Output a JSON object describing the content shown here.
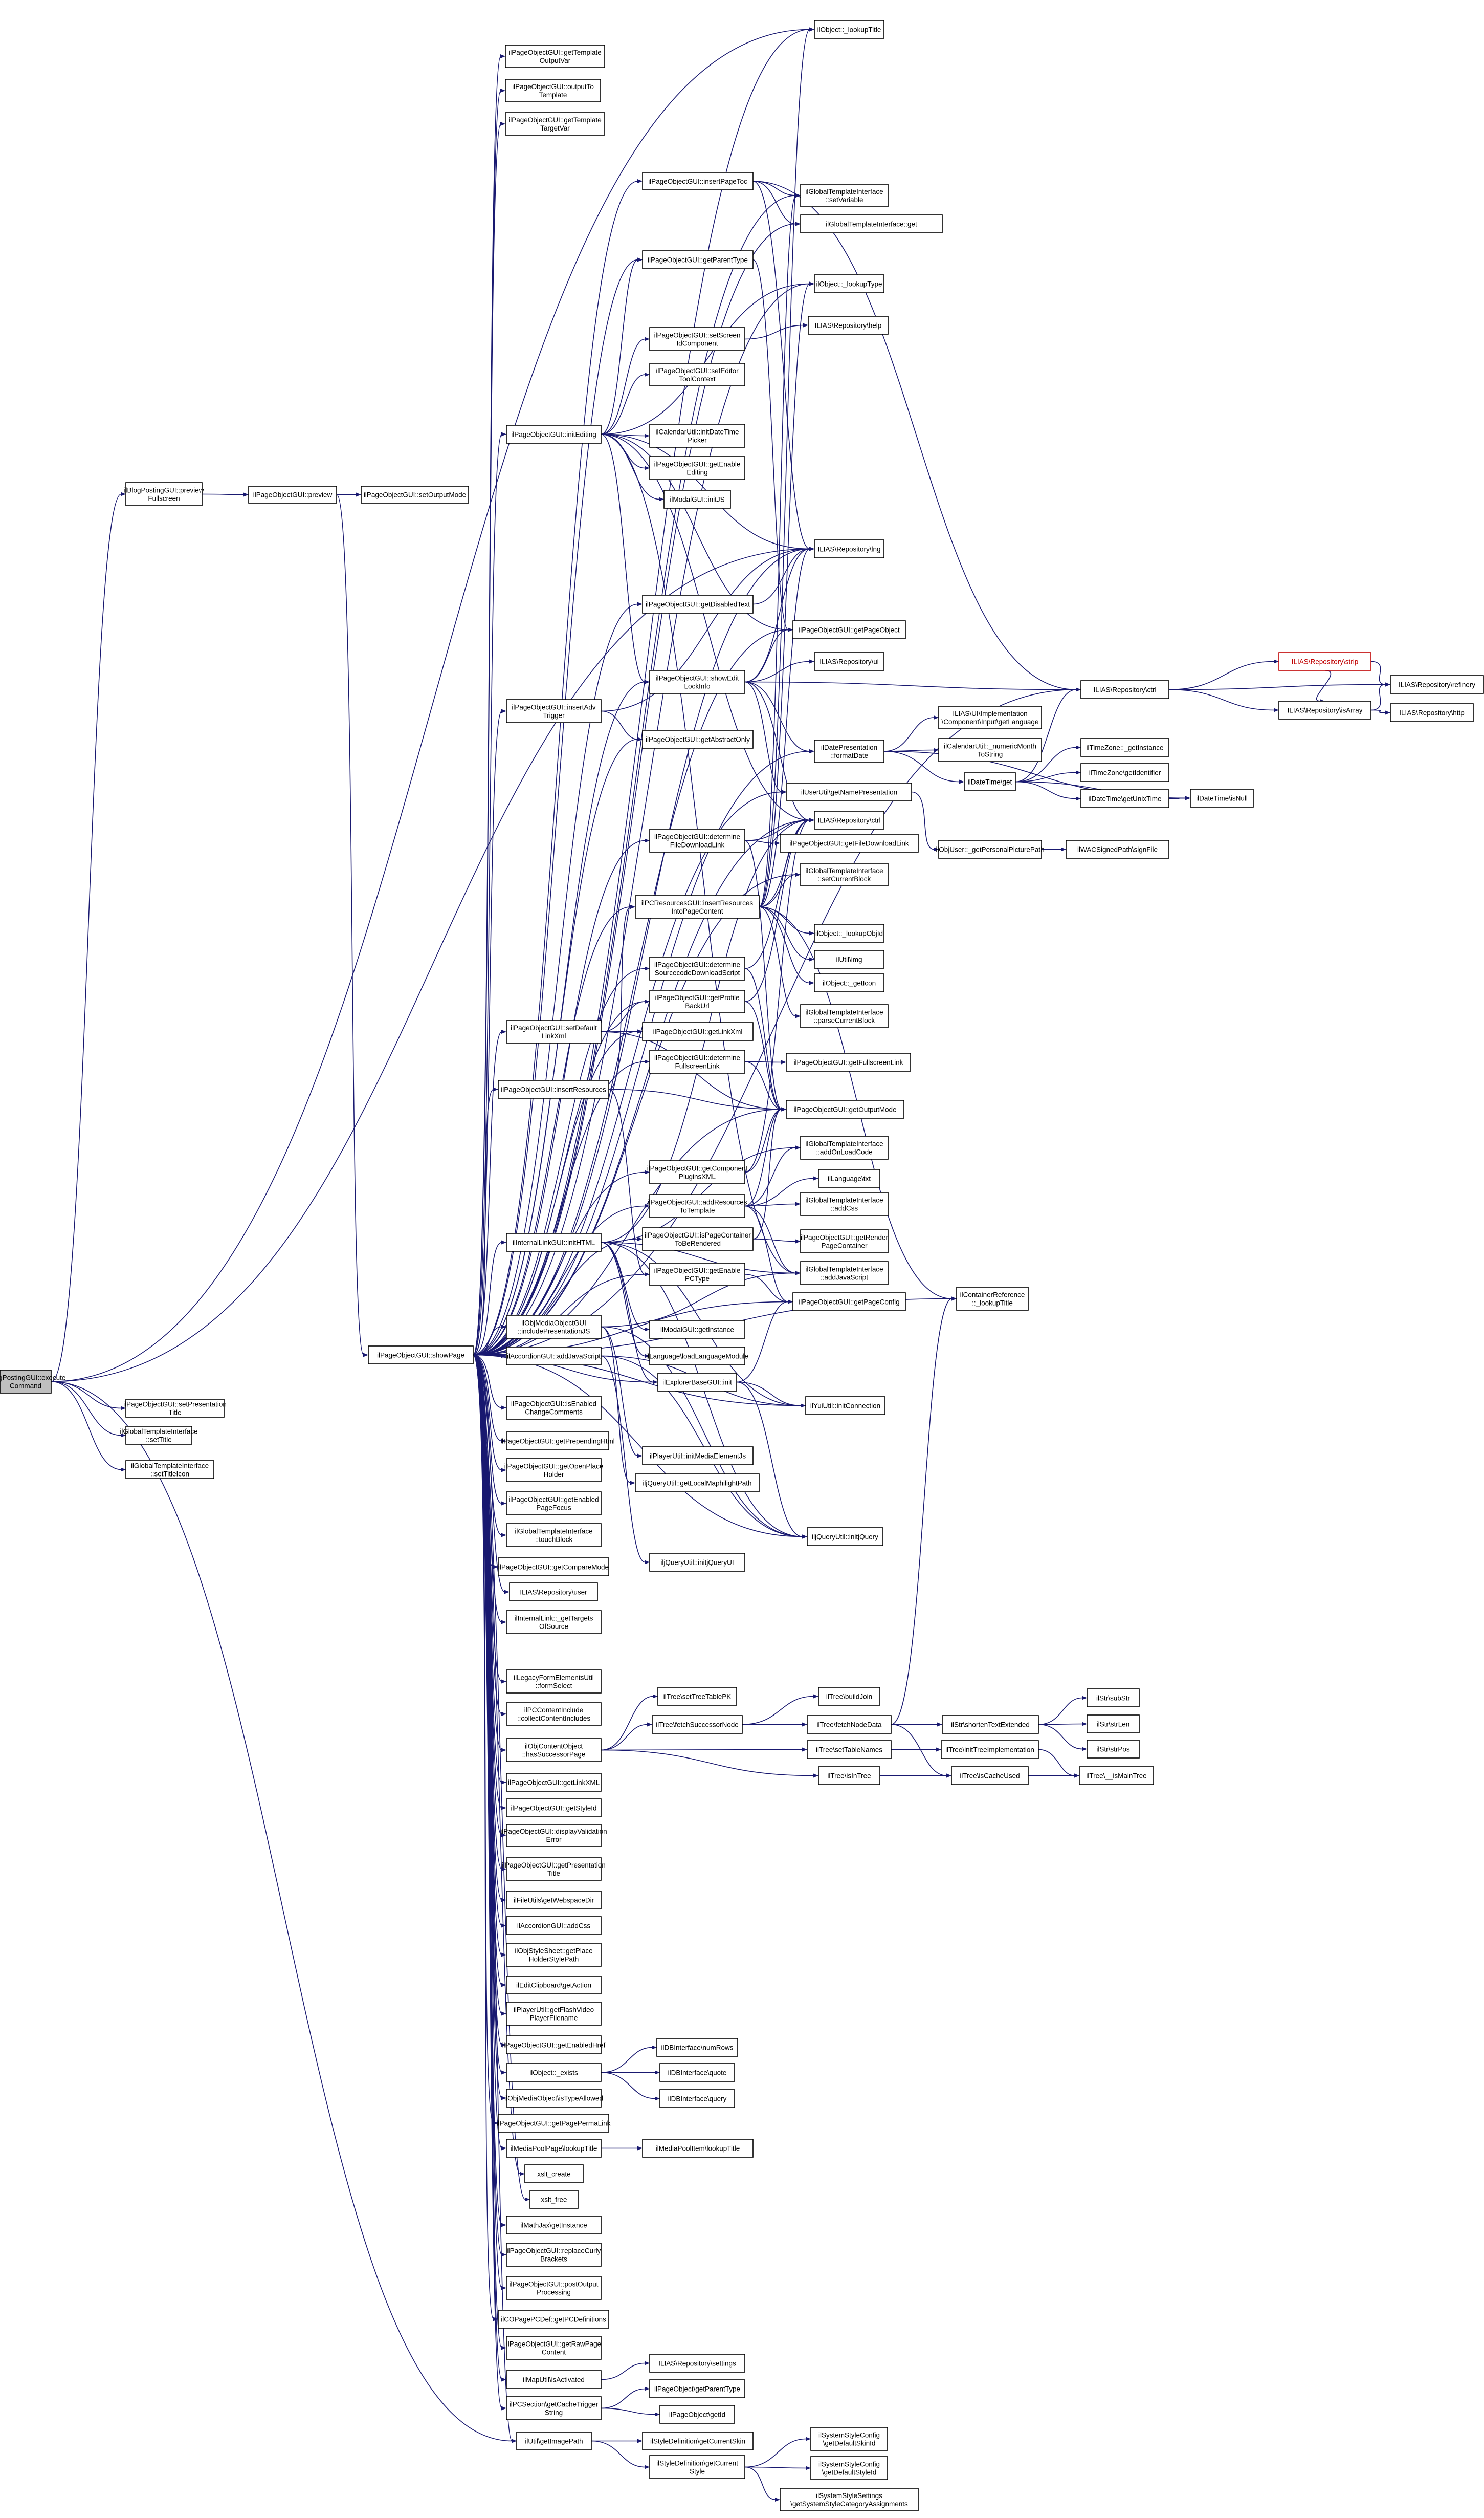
{
  "title": "ilBlogPostingGUI::executeCommand call graph",
  "colors": {
    "edge": "#191970",
    "node_border": "#000000",
    "root_fill": "#bfbfbf",
    "missing_text": "#bf0000"
  },
  "nodes": [
    {
      "id": "root",
      "lines": [
        "ilBlogPostingGUI::execute",
        "Command"
      ],
      "root": true
    },
    {
      "id": "preview_fs",
      "lines": [
        "ilBlogPostingGUI::preview",
        "Fullscreen"
      ]
    },
    {
      "id": "setPresTitle",
      "lines": [
        "ilPageObjectGUI::setPresentation",
        "Title"
      ]
    },
    {
      "id": "gti_setTitle",
      "lines": [
        "ilGlobalTemplateInterface",
        "::setTitle"
      ]
    },
    {
      "id": "gti_setTitleIcon",
      "lines": [
        "ilGlobalTemplateInterface",
        "::setTitleIcon"
      ]
    },
    {
      "id": "preview",
      "lines": [
        "ilPageObjectGUI::preview"
      ]
    },
    {
      "id": "setOutputMode",
      "lines": [
        "ilPageObjectGUI::setOutputMode"
      ]
    },
    {
      "id": "showPage",
      "lines": [
        "ilPageObjectGUI::showPage"
      ]
    },
    {
      "id": "lookupTitle",
      "lines": [
        "ilObject::_lookupTitle"
      ]
    },
    {
      "id": "getTplOutVar",
      "lines": [
        "ilPageObjectGUI::getTemplate",
        "OutputVar"
      ]
    },
    {
      "id": "outputToTpl",
      "lines": [
        "ilPageObjectGUI::outputTo",
        "Template"
      ]
    },
    {
      "id": "getTplTargetVar",
      "lines": [
        "ilPageObjectGUI::getTemplate",
        "TargetVar"
      ]
    },
    {
      "id": "insertPageToc",
      "lines": [
        "ilPageObjectGUI::insertPageToc"
      ]
    },
    {
      "id": "gti_setVariable",
      "lines": [
        "ilGlobalTemplateInterface",
        "::setVariable"
      ]
    },
    {
      "id": "gti_get",
      "lines": [
        "ilGlobalTemplateInterface::get"
      ]
    },
    {
      "id": "getParentType",
      "lines": [
        "ilPageObjectGUI::getParentType"
      ]
    },
    {
      "id": "lookupType",
      "lines": [
        "ilObject::_lookupType"
      ]
    },
    {
      "id": "setScreenId",
      "lines": [
        "ilPageObjectGUI::setScreen",
        "IdComponent"
      ]
    },
    {
      "id": "repo_help",
      "lines": [
        "ILIAS\\Repository\\help"
      ]
    },
    {
      "id": "setEditorToolCtx",
      "lines": [
        "ilPageObjectGUI::setEditor",
        "ToolContext"
      ]
    },
    {
      "id": "initEditing",
      "lines": [
        "ilPageObjectGUI::initEditing"
      ]
    },
    {
      "id": "calInitDatePicker",
      "lines": [
        "ilCalendarUtil::initDateTime",
        "Picker"
      ]
    },
    {
      "id": "getEnableEditing",
      "lines": [
        "ilPageObjectGUI::getEnable",
        "Editing"
      ]
    },
    {
      "id": "modalInitJS",
      "lines": [
        "ilModalGUI::initJS"
      ]
    },
    {
      "id": "repo_lng",
      "lines": [
        "ILIAS\\Repository\\lng"
      ]
    },
    {
      "id": "getDisabledText",
      "lines": [
        "ilPageObjectGUI::getDisabledText"
      ]
    },
    {
      "id": "getPageObject",
      "lines": [
        "ilPageObjectGUI::getPageObject"
      ]
    },
    {
      "id": "showEditLockInfo",
      "lines": [
        "ilPageObjectGUI::showEdit",
        "LockInfo"
      ]
    },
    {
      "id": "repo_ui",
      "lines": [
        "ILIAS\\Repository\\ui"
      ]
    },
    {
      "id": "repo_ctrl",
      "lines": [
        "ILIAS\\Repository\\ctrl"
      ]
    },
    {
      "id": "repo_ctrl_k",
      "lines": [
        "ILIAS\\Repository\\ctrl"
      ]
    },
    {
      "id": "repo_refinery",
      "lines": [
        "ILIAS\\Repository\\refinery"
      ]
    },
    {
      "id": "repo_strip",
      "lines": [
        "ILIAS\\Repository\\strip"
      ],
      "missing": true
    },
    {
      "id": "repo_isArray",
      "lines": [
        "ILIAS\\Repository\\isArray"
      ]
    },
    {
      "id": "repo_http",
      "lines": [
        "ILIAS\\Repository\\http"
      ]
    },
    {
      "id": "insertAdvTrigger",
      "lines": [
        "ilPageObjectGUI::insertAdv",
        "Trigger"
      ]
    },
    {
      "id": "getAbstractOnly",
      "lines": [
        "ilPageObjectGUI::getAbstractOnly"
      ]
    },
    {
      "id": "formatDate",
      "lines": [
        "ilDatePresentation",
        "::formatDate"
      ]
    },
    {
      "id": "uiGetLanguage",
      "lines": [
        "ILIAS\\UI\\Implementation",
        "\\Component\\Input\\getLanguage"
      ]
    },
    {
      "id": "numericMonth",
      "lines": [
        "ilCalendarUtil::_numericMonth",
        "ToString"
      ]
    },
    {
      "id": "timezoneGetInstance",
      "lines": [
        "ilTimeZone::_getInstance"
      ]
    },
    {
      "id": "timezoneGetIdent",
      "lines": [
        "ilTimeZone\\getIdentifier"
      ]
    },
    {
      "id": "dateTimeGet",
      "lines": [
        "ilDateTime\\get"
      ]
    },
    {
      "id": "dateTimeGetUnix",
      "lines": [
        "ilDateTime\\getUnixTime"
      ]
    },
    {
      "id": "dateTimeIsNull",
      "lines": [
        "ilDateTime\\isNull"
      ]
    },
    {
      "id": "getNamePres",
      "lines": [
        "ilUserUtil\\getNamePresentation"
      ]
    },
    {
      "id": "getPersPicPath",
      "lines": [
        "ilObjUser::_getPersonalPicturePath"
      ]
    },
    {
      "id": "wacSigned",
      "lines": [
        "ilWACSignedPath\\signFile"
      ]
    },
    {
      "id": "determineFileDl",
      "lines": [
        "ilPageObjectGUI::determine",
        "FileDownloadLink"
      ]
    },
    {
      "id": "getFileDlLink",
      "lines": [
        "ilPageObjectGUI::getFileDownloadLink"
      ]
    },
    {
      "id": "gti_setCurrentBlock",
      "lines": [
        "ilGlobalTemplateInterface",
        "::setCurrentBlock"
      ]
    },
    {
      "id": "insertResIntoPage",
      "lines": [
        "ilPCResourcesGUI::insertResources",
        "IntoPageContent"
      ]
    },
    {
      "id": "lookupObjId",
      "lines": [
        "ilObject::_lookupObjId"
      ]
    },
    {
      "id": "ilUtilImg",
      "lines": [
        "ilUtil\\img"
      ]
    },
    {
      "id": "getIcon",
      "lines": [
        "ilObject::_getIcon"
      ]
    },
    {
      "id": "determineSrcCode",
      "lines": [
        "ilPageObjectGUI::determine",
        "SourcecodeDownloadScript"
      ]
    },
    {
      "id": "gti_parseCurrentBlock",
      "lines": [
        "ilGlobalTemplateInterface",
        "::parseCurrentBlock"
      ]
    },
    {
      "id": "getProfileBack",
      "lines": [
        "ilPageObjectGUI::getProfile",
        "BackUrl"
      ]
    },
    {
      "id": "setDefaultLinkXml",
      "lines": [
        "ilPageObjectGUI::setDefault",
        "LinkXml"
      ]
    },
    {
      "id": "getLinkXml",
      "lines": [
        "ilPageObjectGUI::getLinkXml"
      ]
    },
    {
      "id": "determineFsLink",
      "lines": [
        "ilPageObjectGUI::determine",
        "FullscreenLink"
      ]
    },
    {
      "id": "getFsLink",
      "lines": [
        "ilPageObjectGUI::getFullscreenLink"
      ]
    },
    {
      "id": "insertResources",
      "lines": [
        "ilPageObjectGUI::insertResources"
      ]
    },
    {
      "id": "getOutputMode",
      "lines": [
        "ilPageObjectGUI::getOutputMode"
      ]
    },
    {
      "id": "getCompPluginsXml",
      "lines": [
        "ilPageObjectGUI::getComponent",
        "PluginsXML"
      ]
    },
    {
      "id": "gti_addOnLoadCode",
      "lines": [
        "ilGlobalTemplateInterface",
        "::addOnLoadCode"
      ]
    },
    {
      "id": "languageTxt",
      "lines": [
        "ilLanguage\\txt"
      ]
    },
    {
      "id": "addResToTpl",
      "lines": [
        "ilPageObjectGUI::addResources",
        "ToTemplate"
      ]
    },
    {
      "id": "gti_addCss",
      "lines": [
        "ilGlobalTemplateInterface",
        "::addCss"
      ]
    },
    {
      "id": "getRenderPC",
      "lines": [
        "ilPageObjectGUI::getRender",
        "PageContainer"
      ]
    },
    {
      "id": "internalLinkInitHTML",
      "lines": [
        "ilInternalLinkGUI::initHTML"
      ]
    },
    {
      "id": "isPageContainerRendered",
      "lines": [
        "ilPageObjectGUI::isPageContainer",
        "ToBeRendered"
      ]
    },
    {
      "id": "gti_addJavaScript",
      "lines": [
        "ilGlobalTemplateInterface",
        "::addJavaScript"
      ]
    },
    {
      "id": "getEnablePCType",
      "lines": [
        "ilPageObjectGUI::getEnable",
        "PCType"
      ]
    },
    {
      "id": "getPageConfig",
      "lines": [
        "ilPageObjectGUI::getPageConfig"
      ]
    },
    {
      "id": "containerRefLookup",
      "lines": [
        "ilContainerReference",
        "::_lookupTitle"
      ]
    },
    {
      "id": "mediaIncludePresJS",
      "lines": [
        "ilObjMediaObjectGUI",
        "::includePresentationJS"
      ]
    },
    {
      "id": "modalGetInstance",
      "lines": [
        "ilModalGUI::getInstance"
      ]
    },
    {
      "id": "accordionAddJs",
      "lines": [
        "ilAccordionGUI::addJavaScript"
      ]
    },
    {
      "id": "languageLoadModule",
      "lines": [
        "ilLanguage\\loadLanguageModule"
      ]
    },
    {
      "id": "explorerInit",
      "lines": [
        "ilExplorerBaseGUI::init"
      ]
    },
    {
      "id": "yuiInitConnection",
      "lines": [
        "ilYuiUtil::initConnection"
      ]
    },
    {
      "id": "getPcIsEnabledChange",
      "lines": [
        "ilPageObjectGUI::isEnabled",
        "ChangeComments"
      ]
    },
    {
      "id": "getPrependingHtml",
      "lines": [
        "ilPageObjectGUI::getPrependingHtml"
      ]
    },
    {
      "id": "playerInitMedia",
      "lines": [
        "ilPlayerUtil::initMediaElementJs"
      ]
    },
    {
      "id": "getOpenPlaceHolder",
      "lines": [
        "ilPageObjectGUI::getOpenPlace",
        "Holder"
      ]
    },
    {
      "id": "jqGetLocalMaphilight",
      "lines": [
        "iljQueryUtil::getLocalMaphilightPath"
      ]
    },
    {
      "id": "getEnabledPageFocus",
      "lines": [
        "ilPageObjectGUI::getEnabled",
        "PageFocus"
      ]
    },
    {
      "id": "jqInitjQuery",
      "lines": [
        "iljQueryUtil::initjQuery"
      ]
    },
    {
      "id": "gti_touchBlock",
      "lines": [
        "ilGlobalTemplateInterface",
        "::touchBlock"
      ]
    },
    {
      "id": "jqInitjQueryUI",
      "lines": [
        "iljQueryUtil::initjQueryUI"
      ]
    },
    {
      "id": "getCompareMode",
      "lines": [
        "ilPageObjectGUI::getCompareMode"
      ]
    },
    {
      "id": "repo_user",
      "lines": [
        "ILIAS\\Repository\\user"
      ]
    },
    {
      "id": "internalLinkGetTargets",
      "lines": [
        "ilInternalLink::_getTargets",
        "OfSource"
      ]
    },
    {
      "id": "legacyInitSelect",
      "lines": [
        "ilLegacyFormElementsUtil",
        "::formSelect"
      ]
    },
    {
      "id": "pcCollectIncludes",
      "lines": [
        "ilPCContentInclude",
        "::collectContentIncludes"
      ]
    },
    {
      "id": "treeSetTablePk",
      "lines": [
        "ilTree\\setTreeTablePK"
      ]
    },
    {
      "id": "treeBuildJoin",
      "lines": [
        "ilTree\\buildJoin"
      ]
    },
    {
      "id": "treeFetchSuccessor",
      "lines": [
        "ilTree\\fetchSuccessorNode"
      ]
    },
    {
      "id": "objContentHasSuccessor",
      "lines": [
        "ilObjContentObject",
        "::hasSuccessorPage"
      ]
    },
    {
      "id": "treeFetchNodeData",
      "lines": [
        "ilTree\\fetchNodeData"
      ]
    },
    {
      "id": "strShortenTextExt",
      "lines": [
        "ilStr\\shortenTextExtended"
      ]
    },
    {
      "id": "strSubStr",
      "lines": [
        "ilStr\\subStr"
      ]
    },
    {
      "id": "strStrLen",
      "lines": [
        "ilStr\\strLen"
      ]
    },
    {
      "id": "strStrPos",
      "lines": [
        "ilStr\\strPos"
      ]
    },
    {
      "id": "treeSetTableNames",
      "lines": [
        "ilTree\\setTableNames"
      ]
    },
    {
      "id": "treeInitImpl",
      "lines": [
        "ilTree\\initTreeImplementation"
      ]
    },
    {
      "id": "getLinkXML",
      "lines": [
        "ilPageObjectGUI::getLinkXML"
      ]
    },
    {
      "id": "treeIsInTree",
      "lines": [
        "ilTree\\isInTree"
      ]
    },
    {
      "id": "treeIsCacheUsed",
      "lines": [
        "ilTree\\isCacheUsed"
      ]
    },
    {
      "id": "treeIsMainTree",
      "lines": [
        "ilTree\\__isMainTree"
      ]
    },
    {
      "id": "getStyleId",
      "lines": [
        "ilPageObjectGUI::getStyleId"
      ]
    },
    {
      "id": "displayValidationError",
      "lines": [
        "ilPageObjectGUI::displayValidation",
        "Error"
      ]
    },
    {
      "id": "getPresTitle",
      "lines": [
        "ilPageObjectGUI::getPresentation",
        "Title"
      ]
    },
    {
      "id": "fileUtilsWebspace",
      "lines": [
        "ilFileUtils\\getWebspaceDir"
      ]
    },
    {
      "id": "accordionAddCss",
      "lines": [
        "ilAccordionGUI::addCss"
      ]
    },
    {
      "id": "styleSheetPlaceholder",
      "lines": [
        "ilObjStyleSheet::getPlace",
        "HolderStylePath"
      ]
    },
    {
      "id": "editClipboardGetAction",
      "lines": [
        "ilEditClipboard\\getAction"
      ]
    },
    {
      "id": "playerGetFlashVideo",
      "lines": [
        "ilPlayerUtil::getFlashVideo",
        "PlayerFilename"
      ]
    },
    {
      "id": "getEnabledHref",
      "lines": [
        "ilPageObjectGUI::getEnabledHref"
      ]
    },
    {
      "id": "dbNumRows",
      "lines": [
        "ilDBInterface\\numRows"
      ]
    },
    {
      "id": "objectExists",
      "lines": [
        "ilObject::_exists"
      ]
    },
    {
      "id": "dbQuote",
      "lines": [
        "ilDBInterface\\quote"
      ]
    },
    {
      "id": "mediaIsTypeAllowed",
      "lines": [
        "ilObjMediaObject\\isTypeAllowed"
      ]
    },
    {
      "id": "dbQuery",
      "lines": [
        "ilDBInterface\\query"
      ]
    },
    {
      "id": "getPagePermaLink",
      "lines": [
        "ilPageObjectGUI::getPagePermaLink"
      ]
    },
    {
      "id": "mediaPoolPageLookupTitle",
      "lines": [
        "ilMediaPoolPage\\lookupTitle"
      ]
    },
    {
      "id": "mediaPoolItemLookupTitle",
      "lines": [
        "ilMediaPoolItem\\lookupTitle"
      ]
    },
    {
      "id": "xsltCreate",
      "lines": [
        "xslt_create"
      ]
    },
    {
      "id": "xsltFree",
      "lines": [
        "xslt_free"
      ]
    },
    {
      "id": "mathJaxGetInstance",
      "lines": [
        "ilMathJax\\getInstance"
      ]
    },
    {
      "id": "replaceCurlyBrackets",
      "lines": [
        "ilPageObjectGUI::replaceCurly",
        "Brackets"
      ]
    },
    {
      "id": "postOutputProcessing",
      "lines": [
        "ilPageObjectGUI::postOutput",
        "Processing"
      ]
    },
    {
      "id": "copagePCDef",
      "lines": [
        "ilCOPagePCDef::getPCDefinitions"
      ]
    },
    {
      "id": "getRawPageContent",
      "lines": [
        "ilPageObjectGUI::getRawPage",
        "Content"
      ]
    },
    {
      "id": "mapUtilIsActivated",
      "lines": [
        "ilMapUtil\\isActivated"
      ]
    },
    {
      "id": "repo_settings",
      "lines": [
        "ILIAS\\Repository\\settings"
      ]
    },
    {
      "id": "pcSectionCacheTrigger",
      "lines": [
        "ilPCSection\\getCacheTrigger",
        "String"
      ]
    },
    {
      "id": "pageObjGetParentType",
      "lines": [
        "ilPageObject\\getParentType"
      ]
    },
    {
      "id": "pageObjGetId",
      "lines": [
        "ilPageObject\\getId"
      ]
    },
    {
      "id": "utilGetImagePath",
      "lines": [
        "ilUtil\\getImagePath"
      ]
    },
    {
      "id": "styleDefGetCurrentSkin",
      "lines": [
        "ilStyleDefinition\\getCurrentSkin"
      ]
    },
    {
      "id": "styleDefGetCurrentStyle",
      "lines": [
        "ilStyleDefinition\\getCurrent",
        "Style"
      ]
    },
    {
      "id": "sysStyleDefaultSkin",
      "lines": [
        "ilSystemStyleConfig",
        "\\getDefaultSkinId"
      ]
    },
    {
      "id": "sysStyleDefaultStyle",
      "lines": [
        "ilSystemStyleConfig",
        "\\getDefaultStyleId"
      ]
    },
    {
      "id": "sysStyleSettings",
      "lines": [
        "ilSystemStyleSettings",
        "\\getSystemStyleCategoryAssignments"
      ]
    }
  ]
}
